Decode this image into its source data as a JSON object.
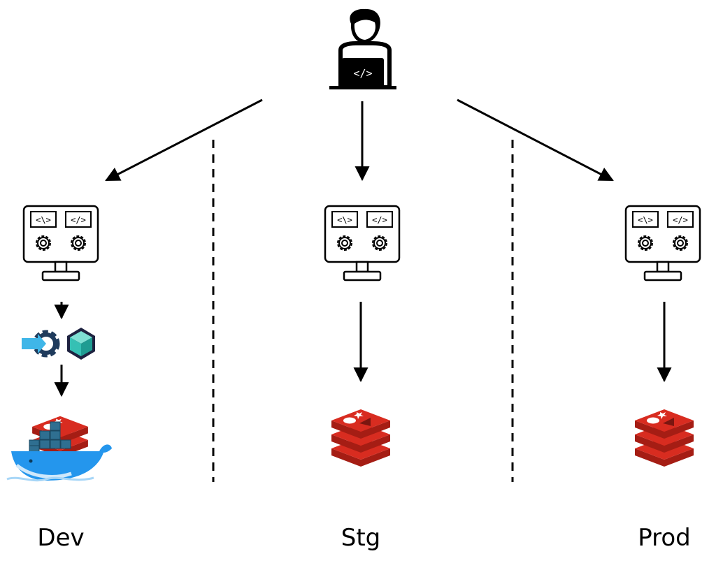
{
  "environments": [
    {
      "id": "dev",
      "label": "Dev"
    },
    {
      "id": "stg",
      "label": "Stg"
    },
    {
      "id": "prod",
      "label": "Prod"
    }
  ],
  "icons": {
    "developer": "developer-laptop-icon",
    "server": "server-monitor-icon",
    "pipeline": "deploy-pipeline-icon",
    "package": "package-cube-icon",
    "docker": "docker-whale-icon",
    "redis": "redis-stack-icon"
  },
  "colors": {
    "redis_red": "#d82c20",
    "docker_blue": "#2496ed",
    "pipeline_navy": "#1f3b5c",
    "pipeline_cyan": "#3fb6e8",
    "package_teal": "#35c0b4"
  }
}
